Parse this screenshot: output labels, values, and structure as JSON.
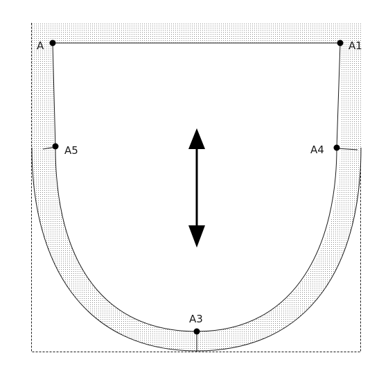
{
  "diagram": {
    "points": [
      {
        "id": "A",
        "label": "A"
      },
      {
        "id": "A1",
        "label": "A1"
      },
      {
        "id": "A3",
        "label": "A3"
      },
      {
        "id": "A4",
        "label": "A4"
      },
      {
        "id": "A5",
        "label": "A5"
      }
    ],
    "colors": {
      "line": "#1a1a1a",
      "seam_dots": "#8a8a8a",
      "background": "#ffffff"
    }
  }
}
